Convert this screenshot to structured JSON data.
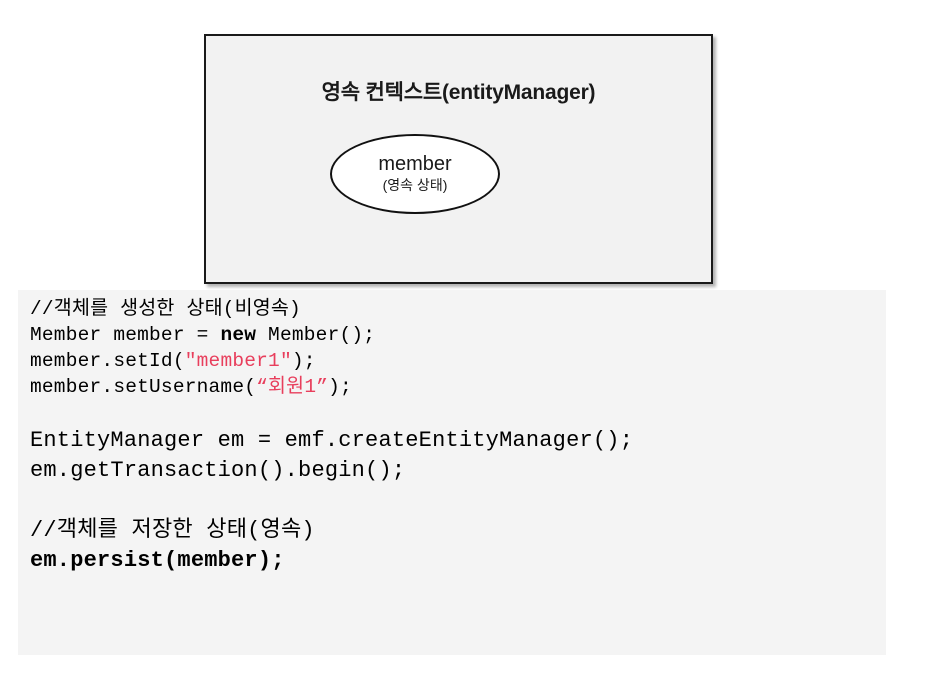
{
  "diagram": {
    "title": "영속 컨텍스트(entityManager)",
    "entity": {
      "name": "member",
      "state": "(영속 상태)"
    },
    "colors": {
      "box_fill": "#f2f2f2",
      "box_border": "#1a1a1a",
      "ellipse_fill": "#ffffff",
      "ellipse_border": "#111111"
    }
  },
  "code": {
    "background": "#f4f4f4",
    "string_color": "#e83e5c",
    "text_color": "#000000",
    "lines": [
      {
        "id": "l1",
        "group": "a",
        "bold": false,
        "segments": [
          {
            "text": "//객체를 생성한 상태(비영속)",
            "kind": "comment"
          }
        ]
      },
      {
        "id": "l2",
        "group": "a",
        "bold": false,
        "segments": [
          {
            "text": "Member member = ",
            "kind": "plain"
          },
          {
            "text": "new",
            "kind": "keyword"
          },
          {
            "text": " Member();",
            "kind": "plain"
          }
        ]
      },
      {
        "id": "l3",
        "group": "a",
        "bold": false,
        "segments": [
          {
            "text": "member.setId(",
            "kind": "plain"
          },
          {
            "text": "\"member1\"",
            "kind": "string"
          },
          {
            "text": ");",
            "kind": "plain"
          }
        ]
      },
      {
        "id": "l4",
        "group": "a",
        "bold": false,
        "segments": [
          {
            "text": "member.setUsername(",
            "kind": "plain"
          },
          {
            "text": "“회원1”",
            "kind": "string"
          },
          {
            "text": ");",
            "kind": "plain"
          }
        ]
      },
      {
        "id": "l5",
        "group": "a",
        "bold": false,
        "segments": [
          {
            "text": " ",
            "kind": "blank"
          }
        ]
      },
      {
        "id": "l6",
        "group": "b",
        "bold": false,
        "segments": [
          {
            "text": "EntityManager em = emf.createEntityManager();",
            "kind": "plain"
          }
        ]
      },
      {
        "id": "l7",
        "group": "b",
        "bold": false,
        "segments": [
          {
            "text": "em.getTransaction().begin();",
            "kind": "plain"
          }
        ]
      },
      {
        "id": "l8",
        "group": "b",
        "bold": false,
        "segments": [
          {
            "text": " ",
            "kind": "blank"
          }
        ]
      },
      {
        "id": "l9",
        "group": "b",
        "bold": false,
        "segments": [
          {
            "text": "//객체를 저장한 상태(영속)",
            "kind": "comment"
          }
        ]
      },
      {
        "id": "l10",
        "group": "b",
        "bold": true,
        "segments": [
          {
            "text": "em.persist(member);",
            "kind": "plain"
          }
        ]
      }
    ]
  }
}
